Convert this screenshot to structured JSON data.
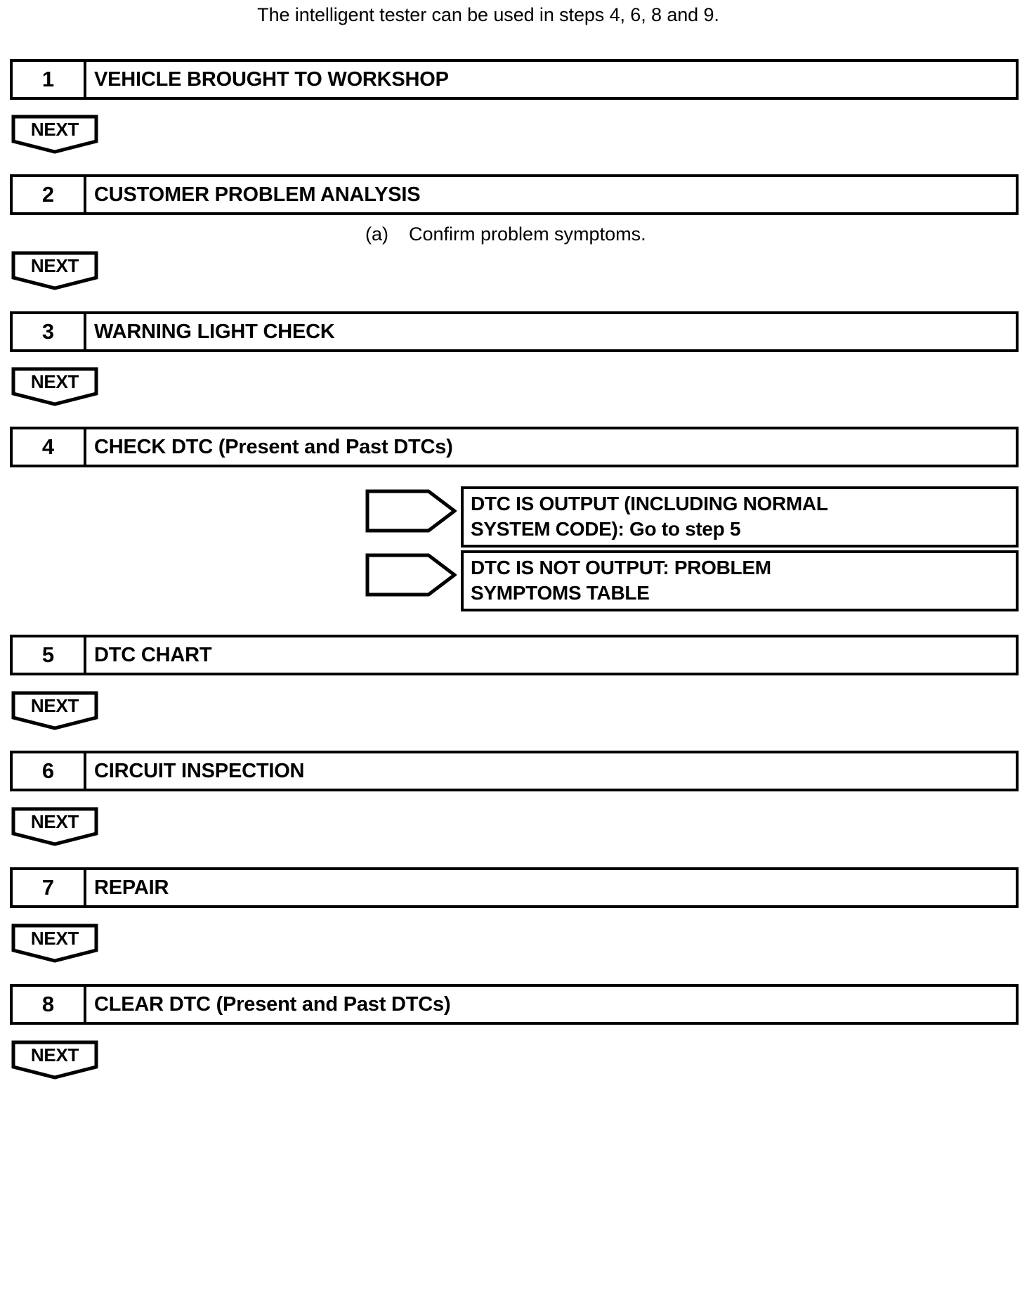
{
  "header": {
    "note": "The intelligent tester can be used in steps 4, 6, 8 and 9."
  },
  "next_label": "NEXT",
  "notes": [
    {
      "marker": "(a)",
      "text": "Confirm problem symptoms."
    }
  ],
  "steps": [
    {
      "number": "1",
      "label": "VEHICLE BROUGHT TO WORKSHOP"
    },
    {
      "number": "2",
      "label": "CUSTOMER PROBLEM ANALYSIS"
    },
    {
      "number": "3",
      "label": "WARNING LIGHT CHECK"
    },
    {
      "number": "4",
      "label": "CHECK DTC (Present and Past DTCs)"
    },
    {
      "number": "5",
      "label": "DTC CHART"
    },
    {
      "number": "6",
      "label": "CIRCUIT INSPECTION"
    },
    {
      "number": "7",
      "label": "REPAIR"
    },
    {
      "number": "8",
      "label": "CLEAR DTC (Present and Past DTCs)"
    }
  ],
  "branches": [
    {
      "line1": "DTC IS OUTPUT (INCLUDING NORMAL",
      "line2": "SYSTEM CODE): Go to step 5"
    },
    {
      "line1": "DTC IS NOT OUTPUT: PROBLEM",
      "line2": "SYMPTOMS TABLE"
    }
  ],
  "colors": {
    "line": "#000000",
    "background": "#ffffff"
  }
}
